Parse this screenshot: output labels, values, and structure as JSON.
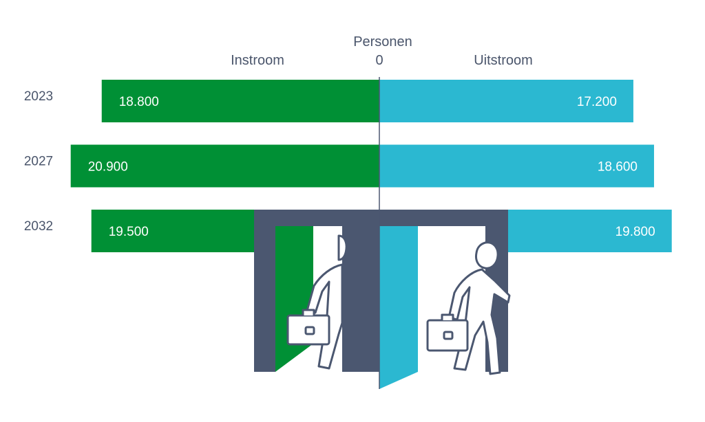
{
  "chart_data": {
    "type": "bar",
    "orientation": "horizontal-diverging",
    "axis_title": "Personen",
    "zero_label": "0",
    "left_label": "Instroom",
    "right_label": "Uitstroom",
    "categories": [
      "2023",
      "2027",
      "2032"
    ],
    "series": [
      {
        "name": "Instroom",
        "values": [
          18800,
          20900,
          19500
        ],
        "labels": [
          "18.800",
          "20.900",
          "19.500"
        ],
        "color": "#009035"
      },
      {
        "name": "Uitstroom",
        "values": [
          17200,
          18600,
          19800
        ],
        "labels": [
          "17.200",
          "18.600",
          "19.800"
        ],
        "color": "#2bb8d1"
      }
    ],
    "grid": false,
    "legend": "none"
  },
  "illustration": {
    "icon": "people-walking-through-doors-icon",
    "colors": {
      "frame": "#4b5770",
      "left_door": "#009035",
      "right_door": "#2bb8d1",
      "figure_stroke": "#4b5770"
    }
  }
}
